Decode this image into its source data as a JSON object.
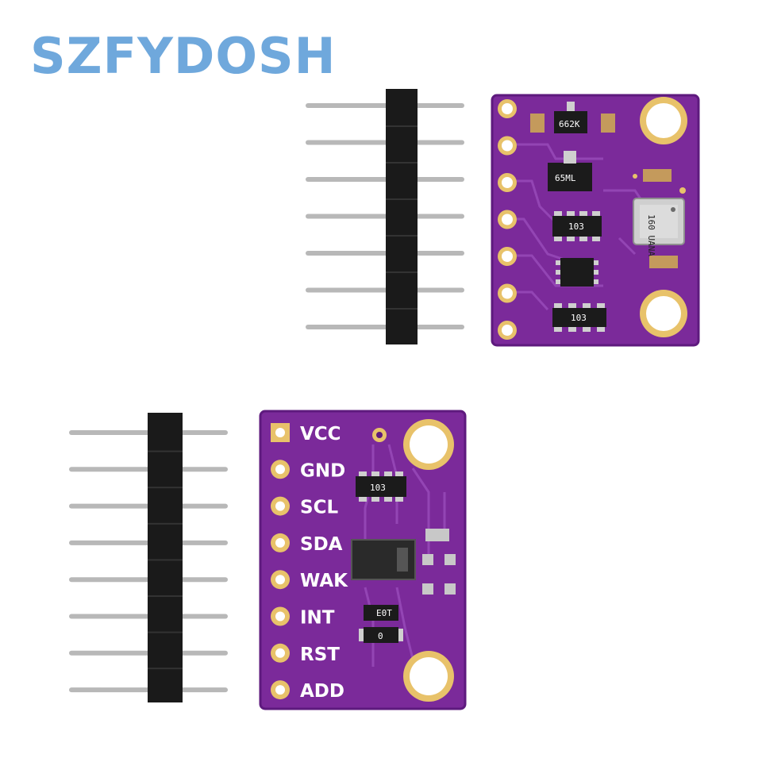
{
  "brand": {
    "text": "SZFYDOSH",
    "color": "#6fa8dc"
  },
  "colors": {
    "pcb": "#7b2a9a",
    "pcb_dark": "#5e1a7e",
    "gold": "#e8c26a",
    "header": "#1a1a1a",
    "pin": "#b8b8b8"
  },
  "top_board": {
    "pin_count": 7,
    "chips": [
      {
        "name": "sot23-top",
        "mark": "662K"
      },
      {
        "name": "regulator",
        "mark": "65ML"
      },
      {
        "name": "resistor-array-1",
        "mark": "103"
      },
      {
        "name": "resistor-array-2",
        "mark": "103"
      },
      {
        "name": "sensor",
        "mark": "160 UANA"
      }
    ]
  },
  "bottom_board": {
    "pins": [
      "VCC",
      "GND",
      "SCL",
      "SDA",
      "WAK",
      "INT",
      "RST",
      "ADD"
    ],
    "resistor_mark": "103",
    "small_marks": [
      "E0T",
      "0"
    ]
  }
}
